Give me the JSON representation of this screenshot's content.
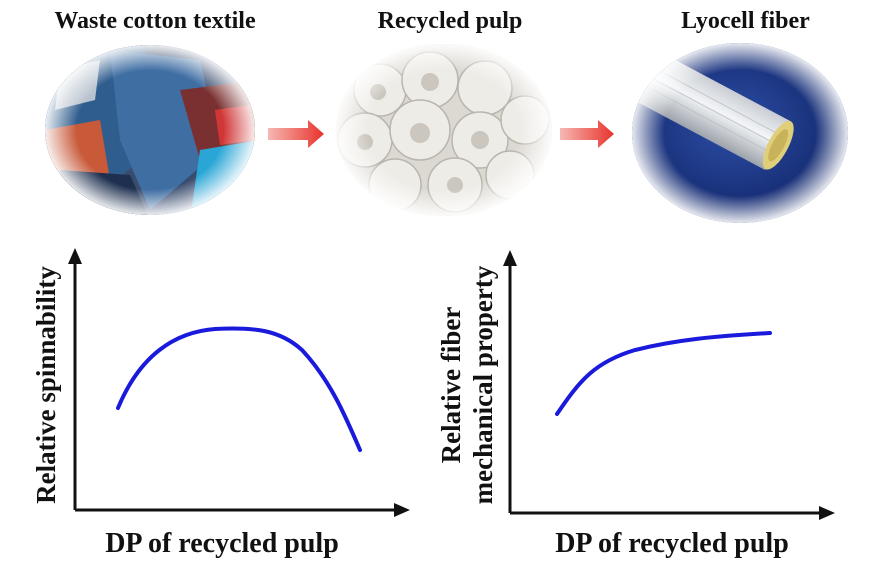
{
  "stages": [
    {
      "label": "Waste cotton textile",
      "icon": "textile-pile-photo"
    },
    {
      "label": "Recycled pulp",
      "icon": "pulp-photo"
    },
    {
      "label": "Lyocell fiber",
      "icon": "fiber-spool-photo"
    }
  ],
  "chart_data": [
    {
      "type": "line",
      "xlabel": "DP of recycled pulp",
      "ylabel": "Relative spinnability",
      "ylabel_lines": [
        "Relative spinnability"
      ],
      "curve": "rises, plateaus, then falls",
      "series_color": "#1a1adc"
    },
    {
      "type": "line",
      "xlabel": "DP of recycled pulp",
      "ylabel": "Relative fiber mechanical property",
      "ylabel_lines": [
        "Relative fiber",
        "mechanical property"
      ],
      "curve": "rises then levels off",
      "series_color": "#1a1adc"
    }
  ],
  "colors": {
    "arrow": "#e8322b",
    "curve": "#1a1adc",
    "axis": "#111111"
  }
}
